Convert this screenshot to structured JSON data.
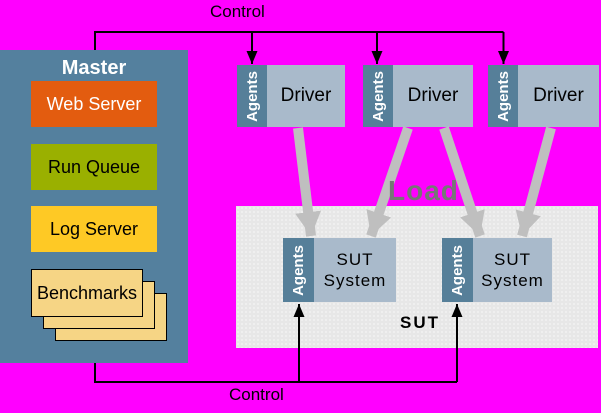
{
  "diagram": {
    "labels": {
      "control_top": "Control",
      "control_bottom": "Control",
      "load": "Load"
    },
    "master": {
      "title": "Master",
      "items": [
        {
          "label": "Web Server",
          "color": "#E35C0F"
        },
        {
          "label": "Run Queue",
          "color": "#9AB000"
        },
        {
          "label": "Log Server",
          "color": "#FEC925"
        },
        {
          "label": "Benchmarks",
          "color": "#F6D585"
        }
      ]
    },
    "drivers": [
      {
        "agents": "Agents",
        "label": "Driver"
      },
      {
        "agents": "Agents",
        "label": "Driver"
      },
      {
        "agents": "Agents",
        "label": "Driver"
      }
    ],
    "sut": {
      "caption": "SUT",
      "systems": [
        {
          "agents": "Agents",
          "label": "SUT System"
        },
        {
          "agents": "Agents",
          "label": "SUT System"
        }
      ]
    },
    "colors": {
      "background": "#FF00FF",
      "master_panel": "#54809E",
      "node_body": "#A9BACB",
      "agents_strip": "#567F99",
      "sut_panel": "#E7E7E7",
      "load_arrow": "#BFBFBF",
      "load_text": "#767676",
      "control_line": "#000000"
    }
  }
}
